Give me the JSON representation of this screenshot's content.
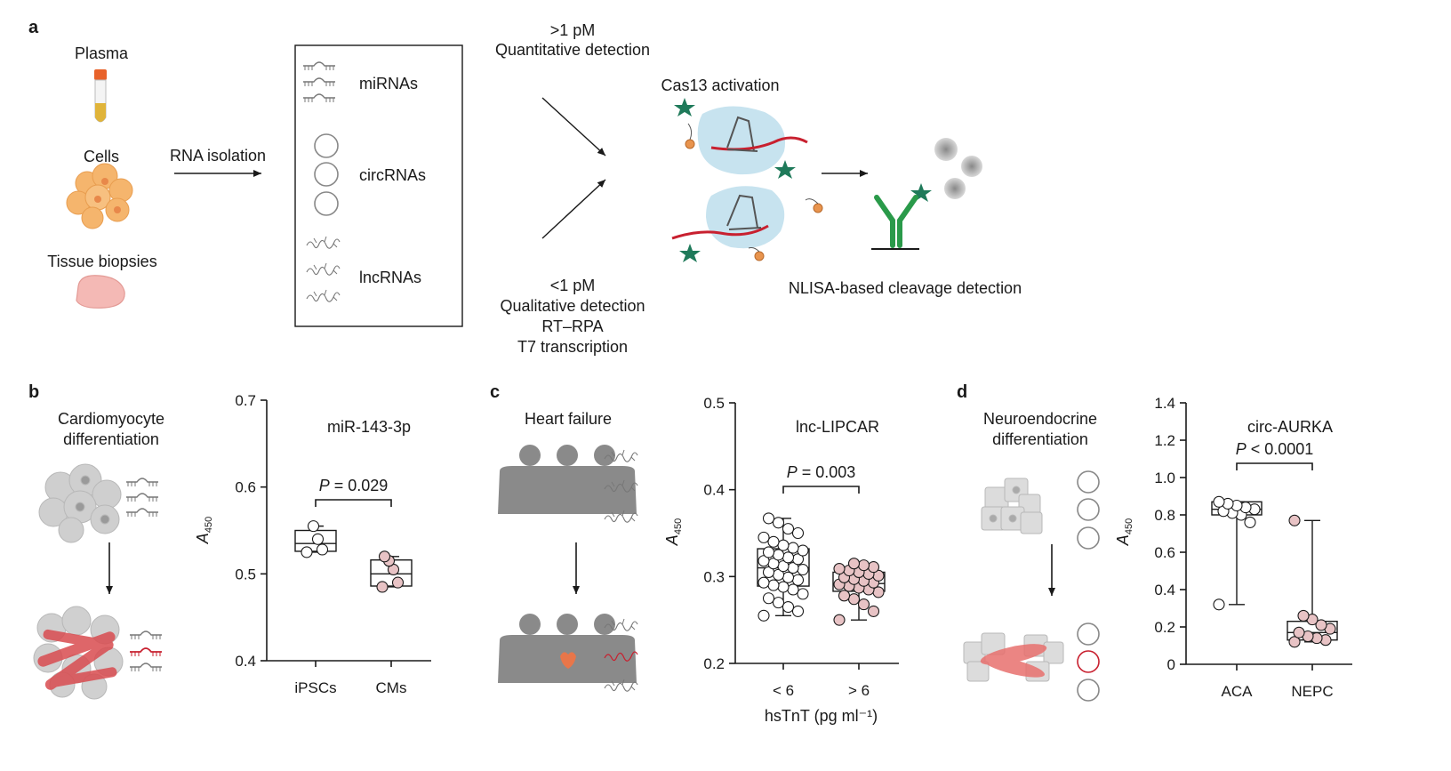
{
  "panel_a": {
    "label": "a",
    "sources": [
      "Plasma",
      "Cells",
      "Tissue biopsies"
    ],
    "arrow_label": "RNA isolation",
    "rna_types": [
      "miRNAs",
      "circRNAs",
      "lncRNAs"
    ],
    "upper_path": [
      ">1 pM",
      "Quantitative detection"
    ],
    "lower_path": [
      "<1 pM",
      "Qualitative detection",
      "RT–RPA",
      "T7 transcription"
    ],
    "cas_label": "Cas13 activation",
    "nlisa_label": "NLISA-based cleavage detection"
  },
  "panel_b": {
    "label": "b",
    "schematic_title": [
      "Cardiomyocyte",
      "differentiation"
    ]
  },
  "panel_c": {
    "label": "c",
    "schematic_title": "Heart failure"
  },
  "panel_d": {
    "label": "d",
    "schematic_title": [
      "Neuroendocrine",
      "differentiation"
    ]
  },
  "colors": {
    "red": "#c8202f",
    "pink_marker": "#e8c3c5",
    "green_star": "#1f7a5a",
    "antibody_green": "#2a9a4a",
    "cas_blue": "#c7e3ef",
    "cell_orange": "#f5b56d",
    "grey_cell": "#cfcfcf"
  },
  "chart_data": [
    {
      "type": "box",
      "title": "miR-143-3p",
      "ylabel": "A450",
      "ylim": [
        0.4,
        0.7
      ],
      "yticks": [
        "0.4",
        "0.5",
        "0.6",
        "0.7"
      ],
      "categories": [
        "iPSCs",
        "CMs"
      ],
      "series": [
        {
          "values": [
            0.525,
            0.528,
            0.54,
            0.555
          ],
          "box": {
            "min": 0.525,
            "q1": 0.526,
            "median": 0.535,
            "q3": 0.55,
            "max": 0.555
          }
        },
        {
          "values": [
            0.485,
            0.49,
            0.505,
            0.515,
            0.52
          ],
          "box": {
            "min": 0.485,
            "q1": 0.486,
            "median": 0.5,
            "q3": 0.516,
            "max": 0.52
          }
        }
      ],
      "annotation": {
        "p_italic": "P",
        "text": " = 0.029"
      }
    },
    {
      "type": "box",
      "title": "lnc-LIPCAR",
      "xlabel": "hsTnT (pg ml⁻¹)",
      "ylabel": "A450",
      "ylim": [
        0.2,
        0.5
      ],
      "yticks": [
        "0.2",
        "0.3",
        "0.4",
        "0.5"
      ],
      "categories": [
        "< 6",
        "> 6"
      ],
      "series": [
        {
          "values": [
            0.255,
            0.26,
            0.265,
            0.27,
            0.275,
            0.28,
            0.285,
            0.288,
            0.29,
            0.293,
            0.296,
            0.299,
            0.302,
            0.305,
            0.308,
            0.31,
            0.312,
            0.315,
            0.318,
            0.32,
            0.322,
            0.325,
            0.328,
            0.33,
            0.333,
            0.336,
            0.34,
            0.345,
            0.35,
            0.355,
            0.362,
            0.367
          ],
          "box": {
            "min": 0.255,
            "q1": 0.289,
            "median": 0.31,
            "q3": 0.332,
            "max": 0.367
          }
        },
        {
          "values": [
            0.25,
            0.26,
            0.268,
            0.274,
            0.278,
            0.282,
            0.285,
            0.287,
            0.289,
            0.291,
            0.293,
            0.295,
            0.297,
            0.299,
            0.301,
            0.303,
            0.305,
            0.307,
            0.309,
            0.311,
            0.313,
            0.315
          ],
          "box": {
            "min": 0.25,
            "q1": 0.283,
            "median": 0.292,
            "q3": 0.305,
            "max": 0.315
          }
        }
      ],
      "annotation": {
        "p_italic": "P",
        "text": " = 0.003"
      }
    },
    {
      "type": "box",
      "title": "circ-AURKA",
      "ylabel": "A450",
      "ylim": [
        0,
        1.4
      ],
      "yticks": [
        "0",
        "0.2",
        "0.4",
        "0.6",
        "0.8",
        "1.0",
        "1.2",
        "1.4"
      ],
      "categories": [
        "ACA",
        "NEPC"
      ],
      "series": [
        {
          "values": [
            0.32,
            0.76,
            0.8,
            0.81,
            0.82,
            0.83,
            0.84,
            0.85,
            0.86,
            0.87
          ],
          "box": {
            "min": 0.32,
            "q1": 0.8,
            "median": 0.83,
            "q3": 0.87,
            "max": 0.87
          }
        },
        {
          "values": [
            0.12,
            0.13,
            0.14,
            0.15,
            0.17,
            0.19,
            0.21,
            0.24,
            0.26,
            0.77
          ],
          "box": {
            "min": 0.12,
            "q1": 0.13,
            "median": 0.17,
            "q3": 0.23,
            "max": 0.77
          }
        }
      ],
      "annotation": {
        "p_italic": "P",
        "text": " < 0.0001"
      }
    }
  ]
}
